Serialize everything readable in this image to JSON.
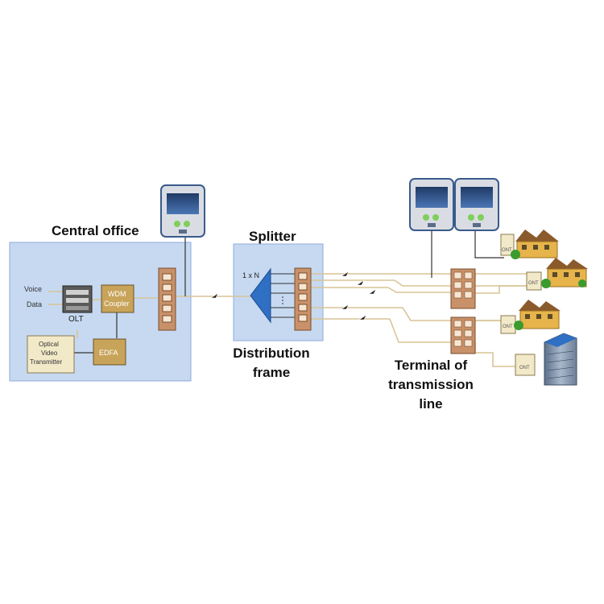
{
  "labels": {
    "central_office": "Central office",
    "splitter": "Splitter",
    "distribution_frame_1": "Distribution",
    "distribution_frame_2": "frame",
    "terminal_1": "Terminal of",
    "terminal_2": "transmission",
    "terminal_3": "line"
  },
  "central_office": {
    "inputs": [
      "Voice",
      "Data"
    ],
    "olt": "OLT",
    "wdm_1": "WDM",
    "wdm_2": "Coupler",
    "edfa": "EDFA",
    "video_tx_1": "Optical",
    "video_tx_2": "Video",
    "video_tx_3": "Transmitter"
  },
  "splitter_ratio": "1 x N",
  "ont_label": "ONT",
  "colors": {
    "panel_fill": "#c6d9f1",
    "panel_border": "#8eaadb",
    "fiber": "#d8c496",
    "wdm_fill": "#c8a35a",
    "patch_fill": "#c8916a",
    "splitter_blue": "#2f6fc4",
    "house": "#e6b44a"
  }
}
